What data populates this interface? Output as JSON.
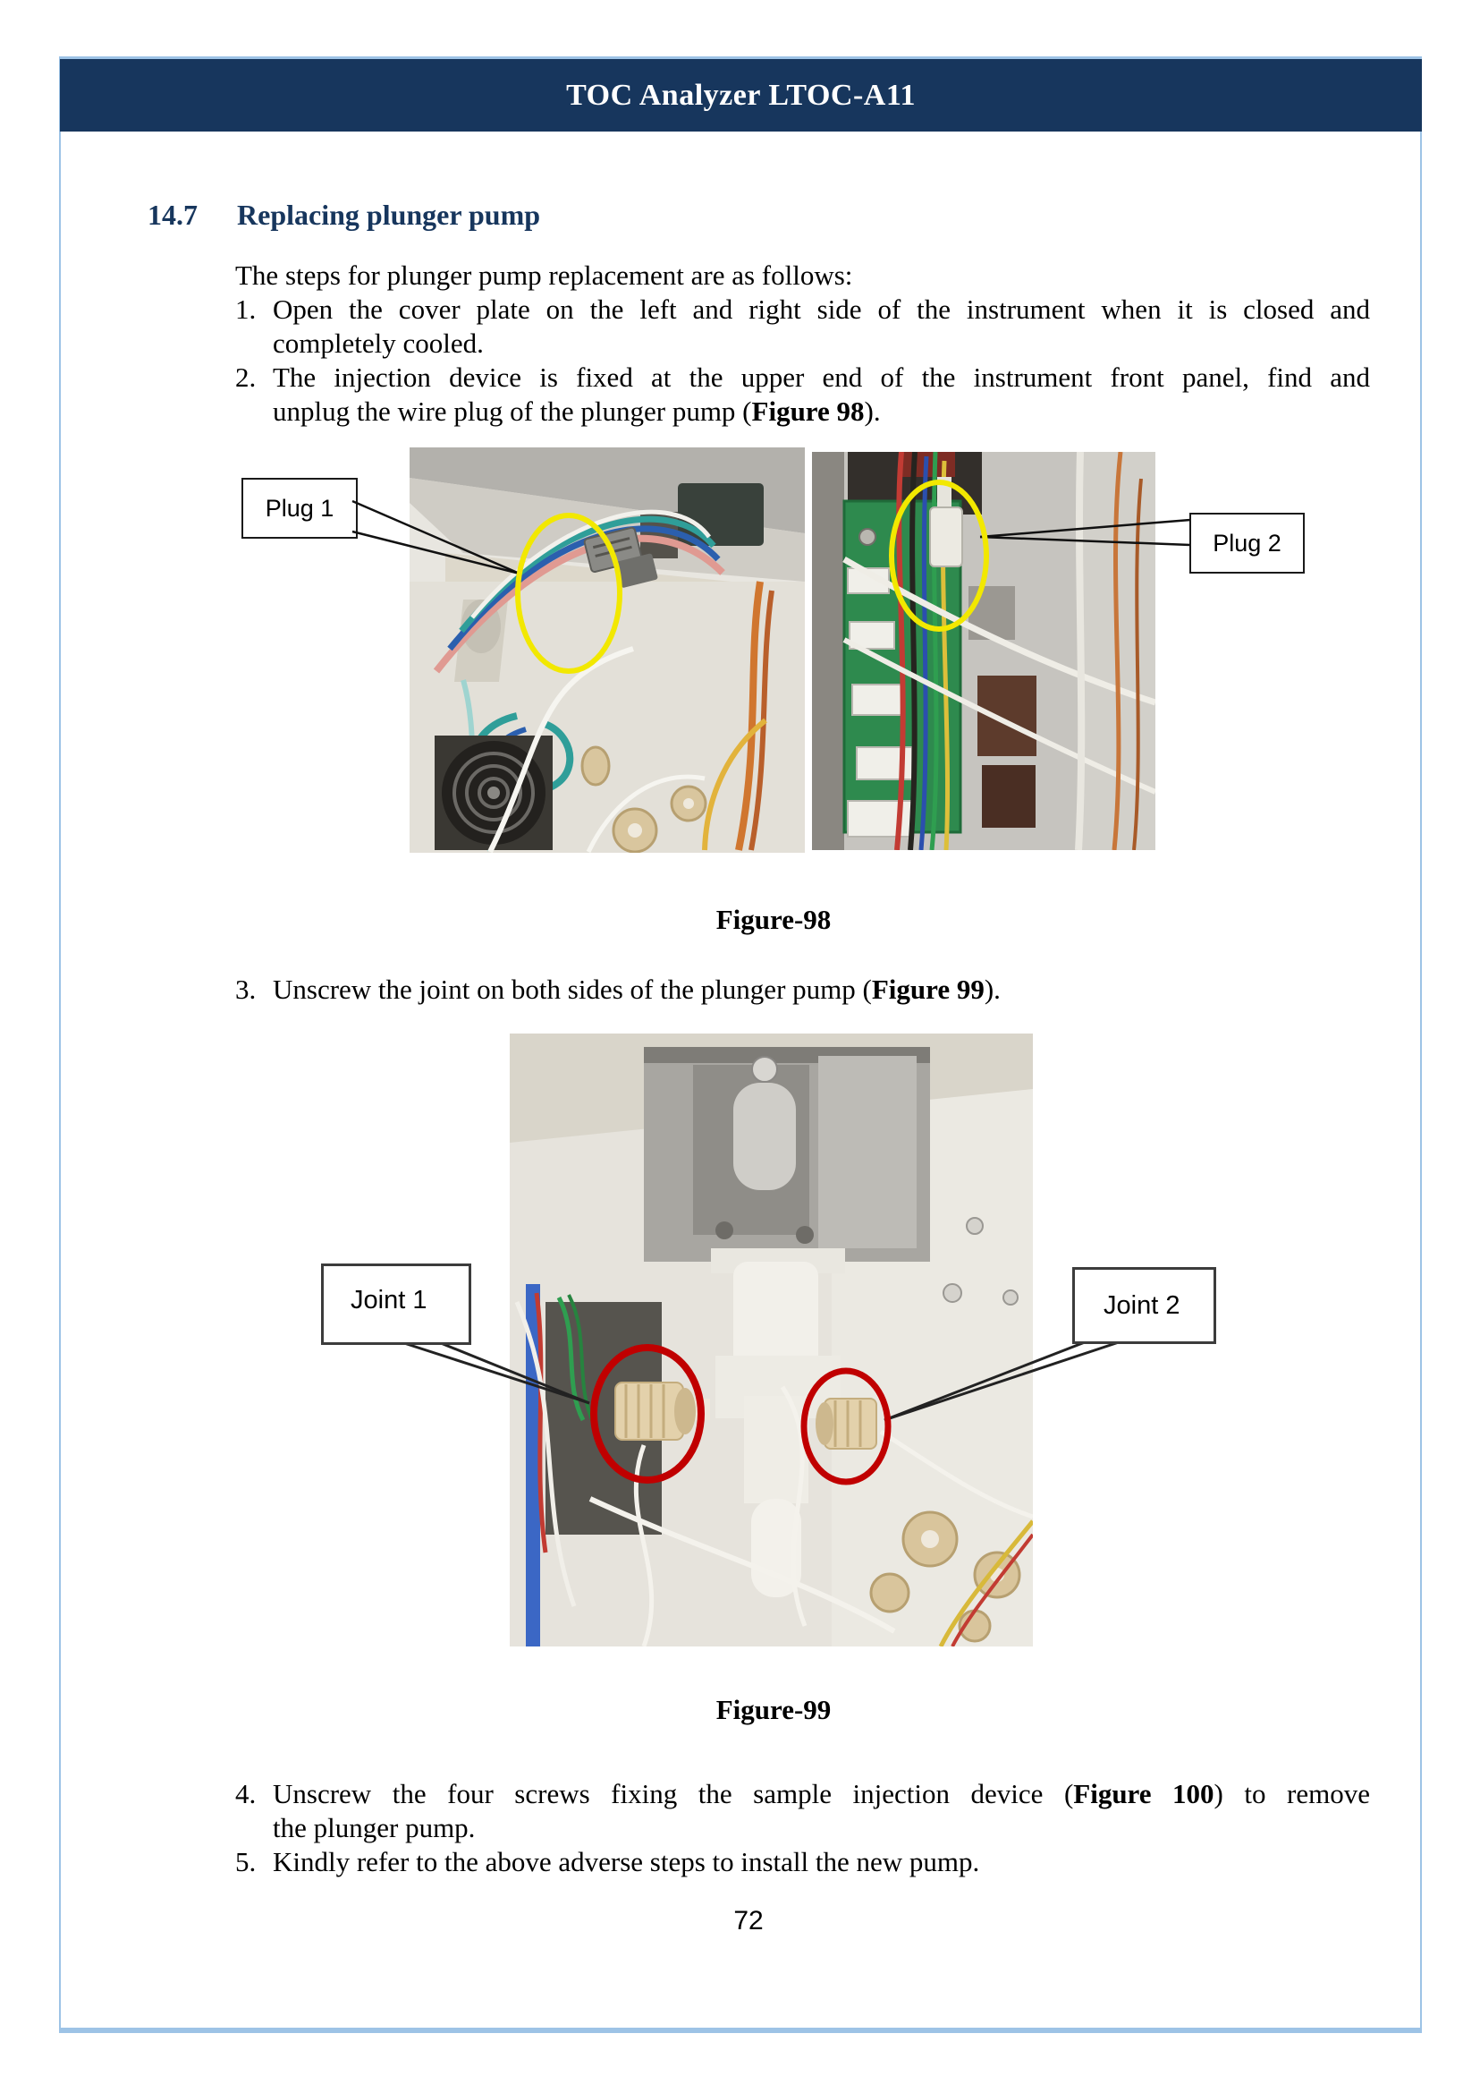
{
  "page": {
    "header_title": "TOC Analyzer LTOC-A11",
    "page_number": "72",
    "colors": {
      "navy": "#17365d",
      "border_blue": "#9dc3e6",
      "highlight_yellow": "#f2e800",
      "highlight_red": "#c00000"
    }
  },
  "section": {
    "number": "14.7",
    "title": "Replacing plunger pump"
  },
  "intro": "The steps for plunger pump replacement are as follows:",
  "steps": {
    "s1": {
      "num": "1.",
      "l1": [
        {
          "t": "Open the cover plate on the left and right side of the instrument when it is closed and"
        }
      ],
      "l2": [
        {
          "t": "completely cooled."
        }
      ]
    },
    "s2": {
      "num": "2.",
      "l1": [
        {
          "t": "The injection device is fixed at the upper end of the instrument front panel, find and"
        }
      ],
      "l2": [
        {
          "t": "unplug the wire plug of the plunger pump ("
        },
        {
          "t": "Figure 98",
          "b": true
        },
        {
          "t": ")."
        }
      ]
    },
    "s3": {
      "num": "3.",
      "l1": [
        {
          "t": "Unscrew the joint on both sides of the plunger pump ("
        },
        {
          "t": "Figure 99",
          "b": true
        },
        {
          "t": ")."
        }
      ]
    },
    "s4": {
      "num": "4.",
      "l1": [
        {
          "t": "Unscrew the four screws fixing the sample injection device ("
        },
        {
          "t": "Figure 100",
          "b": true
        },
        {
          "t": ") to remove"
        }
      ],
      "l2": [
        {
          "t": "the plunger pump."
        }
      ]
    },
    "s5": {
      "num": "5.",
      "l1": [
        {
          "t": "Kindly refer to the above adverse steps to install the new pump."
        }
      ]
    }
  },
  "figure98": {
    "caption": "Figure-98",
    "label_plug1": "Plug 1",
    "label_plug2": "Plug 2"
  },
  "figure99": {
    "caption": "Figure-99",
    "label_joint1": "Joint 1",
    "label_joint2": "Joint 2"
  }
}
